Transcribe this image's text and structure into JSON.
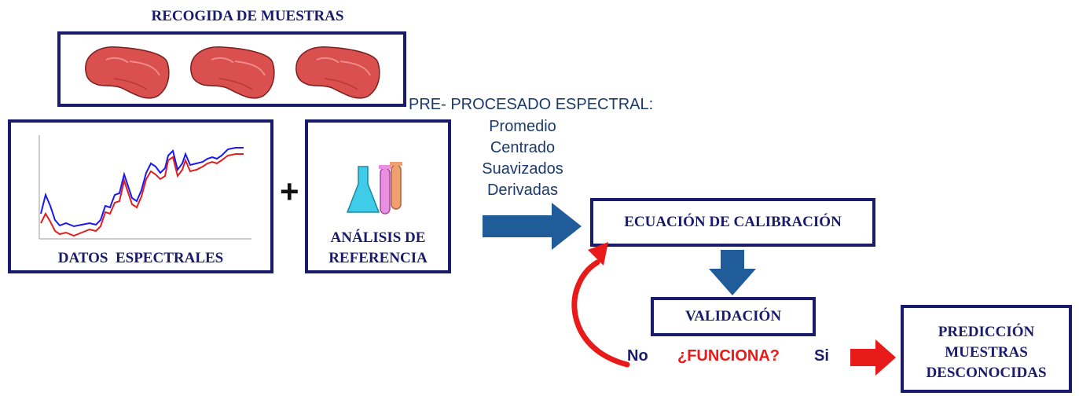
{
  "title": "RECOGIDA DE MUESTRAS",
  "spectral_label": "DATOS  ESPECTRALES",
  "plus": "+",
  "reference_label": [
    "ANÁLISIS DE",
    "REFERENCIA"
  ],
  "preprocessing": {
    "heading": "PRE- PROCESADO ESPECTRAL:",
    "steps": [
      "Promedio",
      "Centrado",
      "Suavizados",
      "Derivadas"
    ]
  },
  "calibration": "ECUACIÓN DE CALIBRACIÓN",
  "validation": "VALIDACIÓN",
  "decision": {
    "no": "No",
    "question": "¿FUNCIONA?",
    "yes": "Si"
  },
  "prediction": [
    "PREDICCIÓN",
    "MUESTRAS",
    "DESCONOCIDAS"
  ],
  "colors": {
    "border": "#1b1b6b",
    "arrow_blue": "#1f5c99",
    "arrow_red": "#e81a1a",
    "meat": "#d9504f",
    "spectrum_blue": "#1a1aee",
    "spectrum_red": "#e02020"
  },
  "icons": [
    "meat-steak-icon",
    "lab-flask-tubes-icon",
    "arrow-right-icon",
    "arrow-down-icon",
    "curved-arrow-icon"
  ]
}
